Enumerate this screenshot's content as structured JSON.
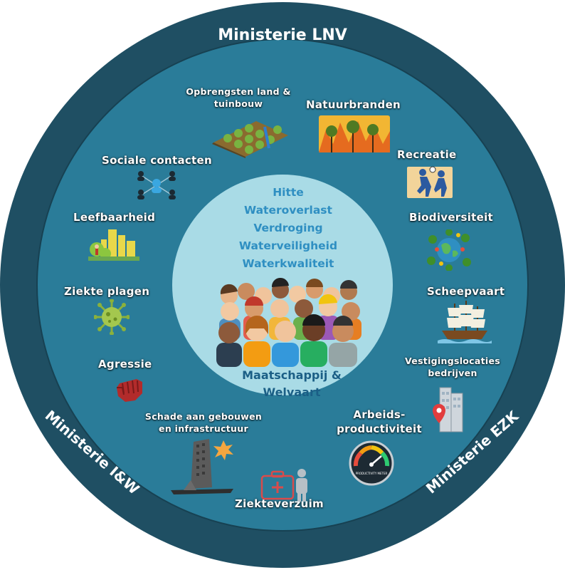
{
  "ministries": {
    "top": "Ministerie LNV",
    "left": "Ministerie I&W",
    "right": "Ministerie EZK"
  },
  "center": {
    "themes": [
      "Hitte",
      "Wateroverlast",
      "Verdroging",
      "Waterveiligheid",
      "Waterkwaliteit"
    ],
    "society": [
      "Maatschappij &",
      "Welvaart"
    ]
  },
  "impacts": {
    "opbrengsten": [
      "Opbrengsten land &",
      "tuinbouw"
    ],
    "natuurbranden": "Natuurbranden",
    "sociale": "Sociale contacten",
    "recreatie": "Recreatie",
    "leefbaarheid": "Leefbaarheid",
    "biodiversiteit": "Biodiversiteit",
    "ziekte": "Ziekte plagen",
    "scheepvaart": "Scheepvaart",
    "agressie": "Agressie",
    "vestiging": [
      "Vestigingslocaties",
      "bedrijven"
    ],
    "schade": [
      "Schade aan gebouwen",
      "en infrastructuur"
    ],
    "arbeids": [
      "Arbeids-",
      "productiviteit"
    ],
    "ziekteverzuim": "Ziekteverzuim",
    "meter_text": "PRODUCTIVITY METER"
  },
  "colors": {
    "outer_ring": "#1f4f63",
    "inner_disc": "#2a7c99",
    "center_disc": "#a9dbe6",
    "theme_text": "#2f8fc2",
    "society_text": "#1b5f86"
  }
}
